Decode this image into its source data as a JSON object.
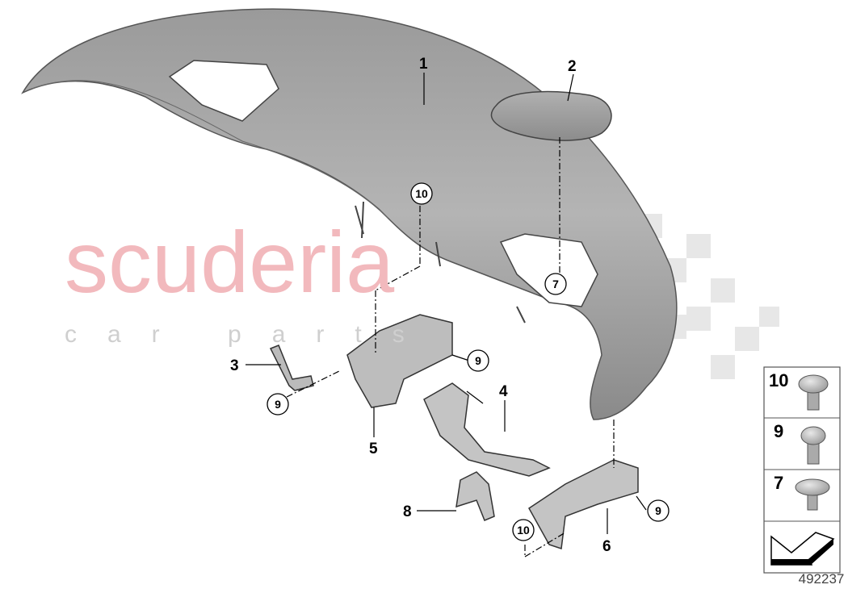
{
  "watermark": {
    "brand": "scuderia",
    "sub": "car parts"
  },
  "callouts": [
    {
      "num": "1",
      "circled": false
    },
    {
      "num": "2",
      "circled": false
    },
    {
      "num": "3",
      "circled": false
    },
    {
      "num": "4",
      "circled": false
    },
    {
      "num": "5",
      "circled": false
    },
    {
      "num": "6",
      "circled": false
    },
    {
      "num": "8",
      "circled": false
    },
    {
      "num": "10",
      "circled": true
    },
    {
      "num": "7",
      "circled": true
    },
    {
      "num": "9",
      "circled": true
    },
    {
      "num": "9",
      "circled": true
    },
    {
      "num": "9",
      "circled": true
    },
    {
      "num": "10",
      "circled": true
    }
  ],
  "legend": [
    {
      "num": "10",
      "icon": "flange-screw-icon"
    },
    {
      "num": "9",
      "icon": "pan-head-screw-icon"
    },
    {
      "num": "7",
      "icon": "washer-screw-icon"
    }
  ],
  "legend_arrow_icon": "direction-arrow-icon",
  "figure_number": "492237"
}
